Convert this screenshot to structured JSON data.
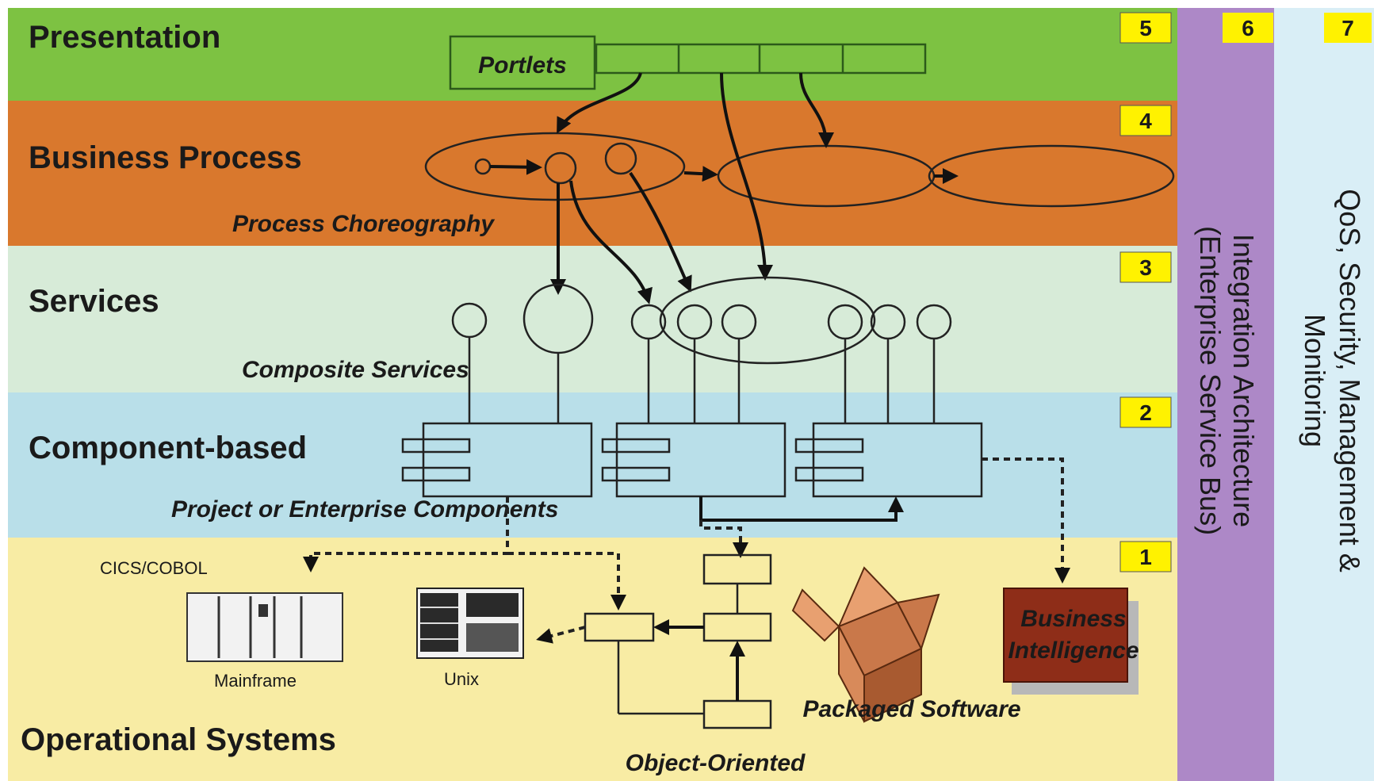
{
  "layers": {
    "presentation": {
      "title": "Presentation",
      "number": "5",
      "color": "#7dc242"
    },
    "business_process": {
      "title": "Business Process",
      "number": "4",
      "sub_label": "Process Choreography",
      "color": "#d9782d"
    },
    "services": {
      "title": "Services",
      "number": "3",
      "sub_label": "Composite Services",
      "color": "#d7ebd8"
    },
    "component_based": {
      "title": "Component-based",
      "number": "2",
      "sub_label": "Project or Enterprise Components",
      "color": "#b9dfe9"
    },
    "operational": {
      "title": "Operational Systems",
      "number": "1",
      "color": "#f8eca4"
    }
  },
  "portlets_label": "Portlets",
  "integration": {
    "number": "6",
    "label_line1": "Integration Architecture",
    "label_line2": "(Enterprise Service  Bus)",
    "color": "#ad88c7"
  },
  "qos": {
    "number": "7",
    "label_line1": "QoS, Security, Management &",
    "label_line2": "Monitoring",
    "color": "#d9eef6"
  },
  "operational_items": {
    "cics_cobol": "CICS/COBOL",
    "mainframe": "Mainframe",
    "unix": "Unix",
    "packaged_software": "Packaged Software",
    "object_oriented": "Object-Oriented",
    "business_intelligence_line1": "Business",
    "business_intelligence_line2": "Intelligence"
  },
  "number_badge_color": "#fff200"
}
